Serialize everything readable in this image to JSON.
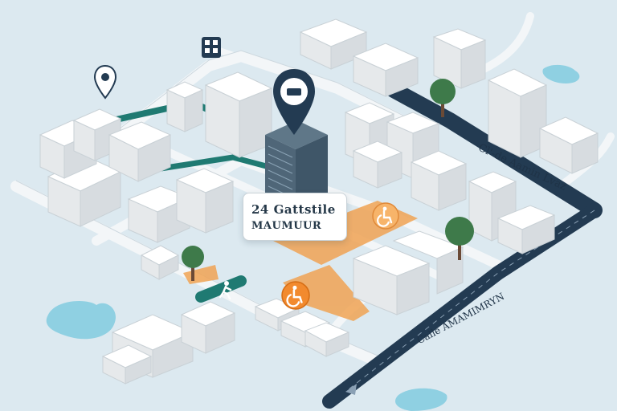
{
  "map": {
    "colors": {
      "background": "#dce9f0",
      "road": "#f3f6f8",
      "main_road": "#233b52",
      "route_teal": "#1f7a72",
      "route_orange": "#f0a354",
      "water": "#8fd0e2",
      "building": "#f1f2f3",
      "tree": "#3e7a4a"
    },
    "destination_label": {
      "line1": "24 Gattstile",
      "line2": "MAUMUUR"
    },
    "streets": {
      "upper": "Cl'-de Aamin Lvaz",
      "lower": "Calle AMAMIMRYN"
    },
    "icons": {
      "destination_pin": "map-pin-icon",
      "location_pin": "location-pin-icon",
      "transit": "transit-icon",
      "accessible_1": "wheelchair-icon",
      "accessible_2": "wheelchair-icon",
      "walking": "walking-icon"
    }
  }
}
